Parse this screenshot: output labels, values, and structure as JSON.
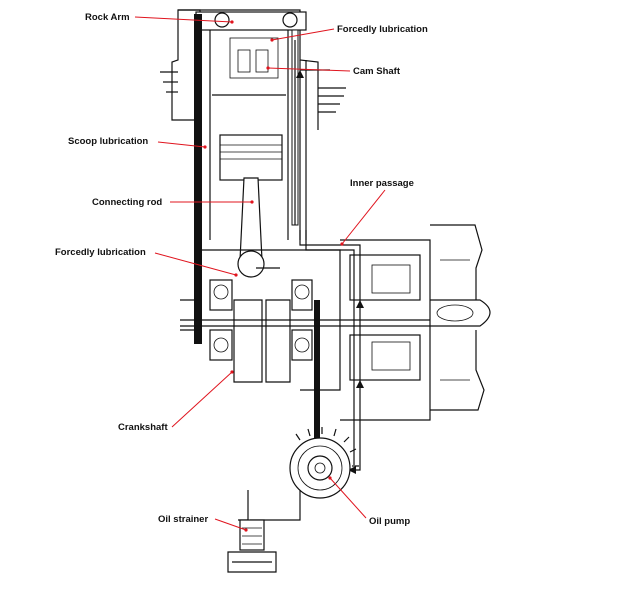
{
  "diagram": {
    "labels": {
      "rock_arm": "Rock Arm",
      "forcedly_lubrication_top": "Forcedly lubrication",
      "cam_shaft": "Cam Shaft",
      "scoop_lubrication": "Scoop lubrication",
      "inner_passage": "Inner passage",
      "connecting_rod": "Connecting rod",
      "forcedly_lubrication_lower": "Forcedly lubrication",
      "crankshaft": "Crankshaft",
      "oil_strainer": "Oil strainer",
      "oil_pump": "Oil pump"
    },
    "colors": {
      "leader_line": "#e0141e",
      "drawing": "#111111",
      "background": "#ffffff"
    }
  }
}
